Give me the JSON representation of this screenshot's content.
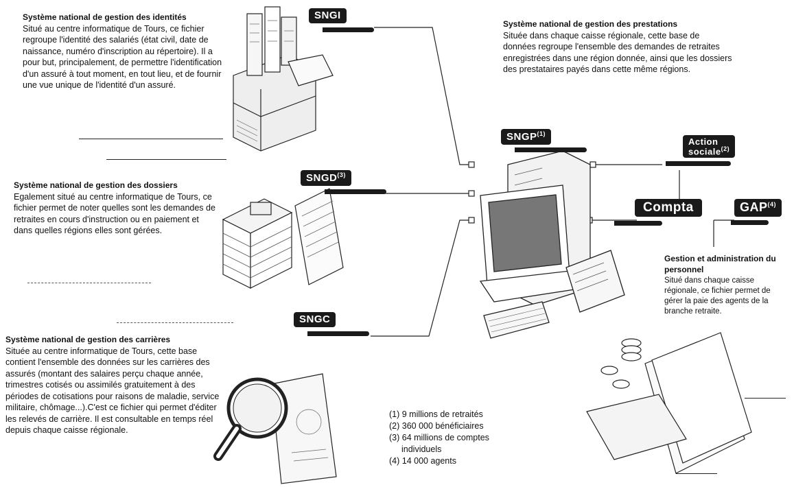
{
  "badges": {
    "sngi": "SNGI",
    "sngp": "SNGP",
    "sngp_mark": "(1)",
    "sngd": "SNGD",
    "sngd_mark": "(3)",
    "sngc": "SNGC",
    "action_sociale_1": "Action",
    "action_sociale_2": "sociale",
    "action_sociale_mark": "(2)",
    "compta": "Compta",
    "gap": "GAP",
    "gap_mark": "(4)"
  },
  "blocks": {
    "sngi": {
      "title": "Système national de gestion des identités",
      "body": "Situé au centre informatique de Tours, ce fichier regroupe l'identité des salariés (état civil, date de naissance, numéro d'inscription au répertoire). Il a pour but, principalement, de permettre l'identification d'un assuré à tout moment, en tout lieu, et de fournir une vue unique de l'identité d'un assuré."
    },
    "sngp": {
      "title": "Système national de gestion des prestations",
      "body": "Située dans chaque caisse régionale, cette base de données regroupe l'ensemble des demandes de retraites enregistrées dans une région donnée, ainsi que les dossiers des prestataires payés dans cette même régions."
    },
    "sngd": {
      "title": "Système national de gestion des dossiers",
      "body": "Egalement situé au centre informatique de Tours, ce fichier permet de noter quelles sont les demandes de retraites en cours d'instruction ou en paiement et dans quelles régions elles sont gérées."
    },
    "gap": {
      "title": "Gestion et administration du personnel",
      "body": "Situé dans chaque caisse régionale, ce fichier permet de gérer la paie des agents de la branche retraite."
    },
    "sngc": {
      "title": "Système national de gestion des carrières",
      "body": "Située au centre informatique de Tours, cette base contient l'ensemble des données sur les carrières des assurés (montant des salaires perçu chaque année, trimestres cotisés ou assimilés gratuitement à des périodes de cotisations pour raisons de maladie, service militaire, chômage...).C'est ce fichier qui permet d'éditer les relevés de carrière. Il est consultable en temps réel depuis chaque caisse régionale."
    }
  },
  "notes": [
    "(1) 9 millions de retraités",
    "(2) 360 000 bénéficiaires",
    "(3) 64 millions de comptes",
    "individuels",
    "(4) 14 000 agents"
  ]
}
